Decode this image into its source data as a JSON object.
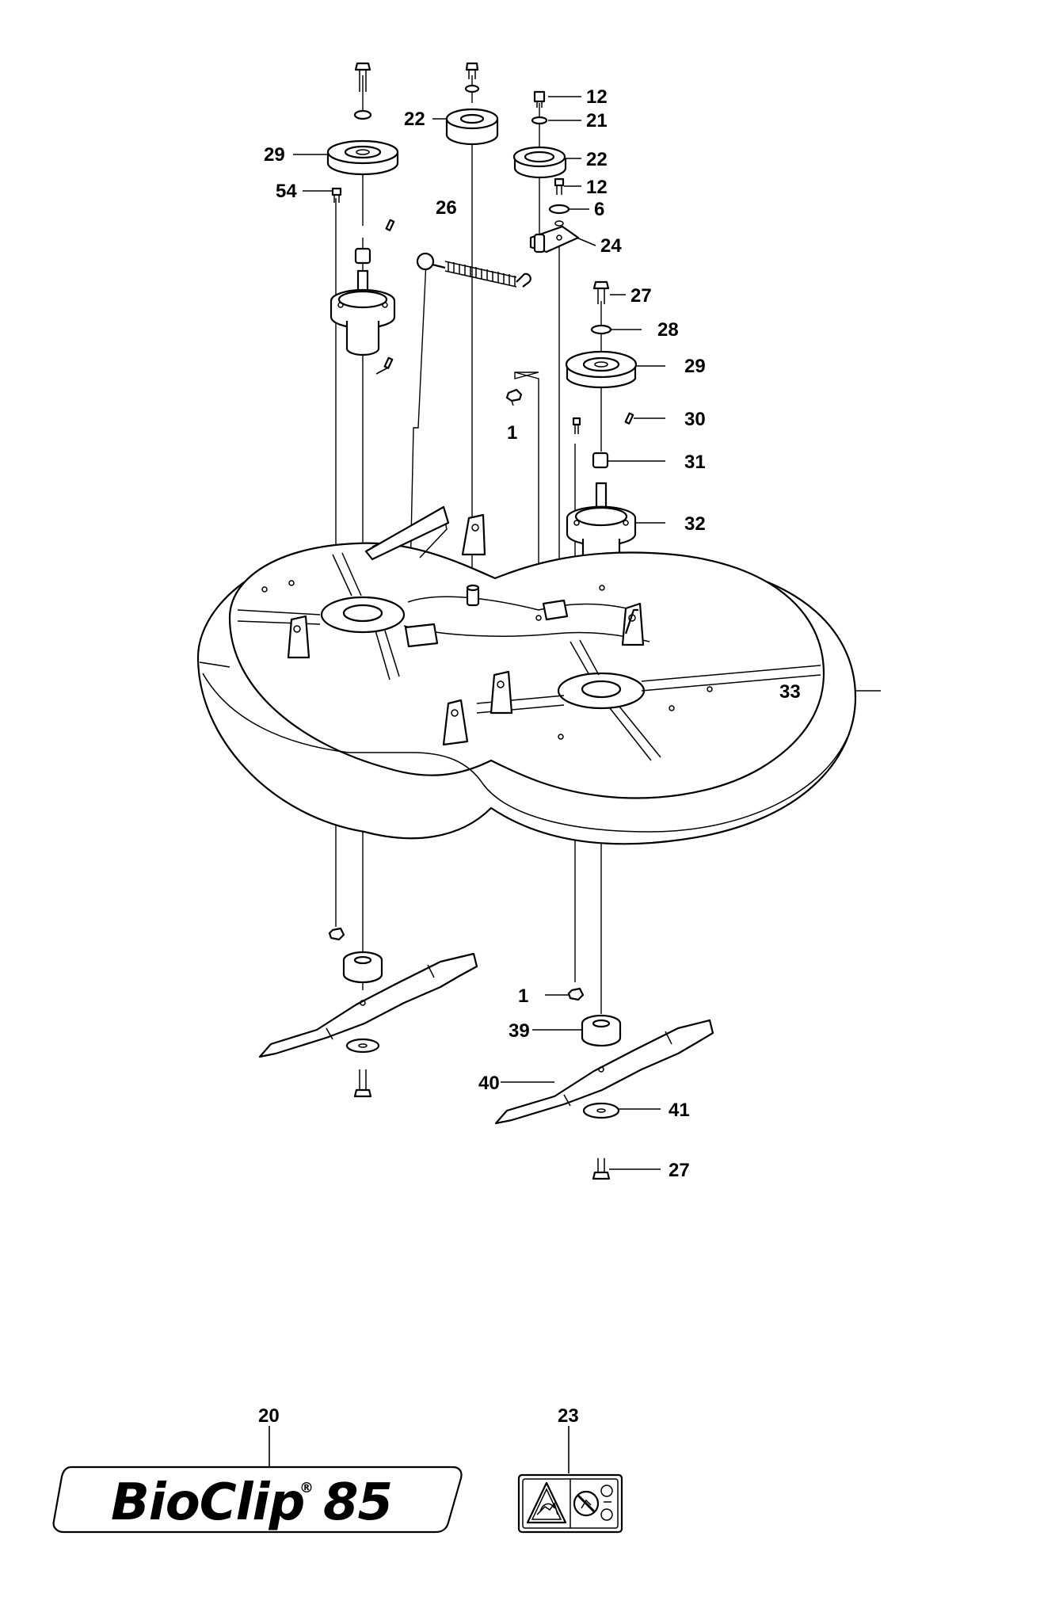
{
  "callouts": [
    {
      "id": "c1",
      "text": "12"
    },
    {
      "id": "c2",
      "text": "22"
    },
    {
      "id": "c3",
      "text": "21"
    },
    {
      "id": "c4",
      "text": "29"
    },
    {
      "id": "c5",
      "text": "22"
    },
    {
      "id": "c6",
      "text": "54"
    },
    {
      "id": "c7",
      "text": "12"
    },
    {
      "id": "c8",
      "text": "26"
    },
    {
      "id": "c9",
      "text": "6"
    },
    {
      "id": "c10",
      "text": "24"
    },
    {
      "id": "c11",
      "text": "27"
    },
    {
      "id": "c12",
      "text": "28"
    },
    {
      "id": "c13",
      "text": "29"
    },
    {
      "id": "c14",
      "text": "30"
    },
    {
      "id": "c15",
      "text": "1"
    },
    {
      "id": "c16",
      "text": "31"
    },
    {
      "id": "c17",
      "text": "32"
    },
    {
      "id": "c18",
      "text": "33"
    },
    {
      "id": "c19",
      "text": "1"
    },
    {
      "id": "c20",
      "text": "39"
    },
    {
      "id": "c21",
      "text": "40"
    },
    {
      "id": "c22",
      "text": "41"
    },
    {
      "id": "c23",
      "text": "27"
    },
    {
      "id": "c24",
      "text": "20"
    },
    {
      "id": "c25",
      "text": "23"
    }
  ],
  "decal": {
    "brand": "BioClip",
    "registered_mark": "®",
    "model": "85"
  },
  "warning_label": {
    "icons": [
      "hand-cut-warning-icon",
      "no-hands-blade-icon"
    ]
  }
}
